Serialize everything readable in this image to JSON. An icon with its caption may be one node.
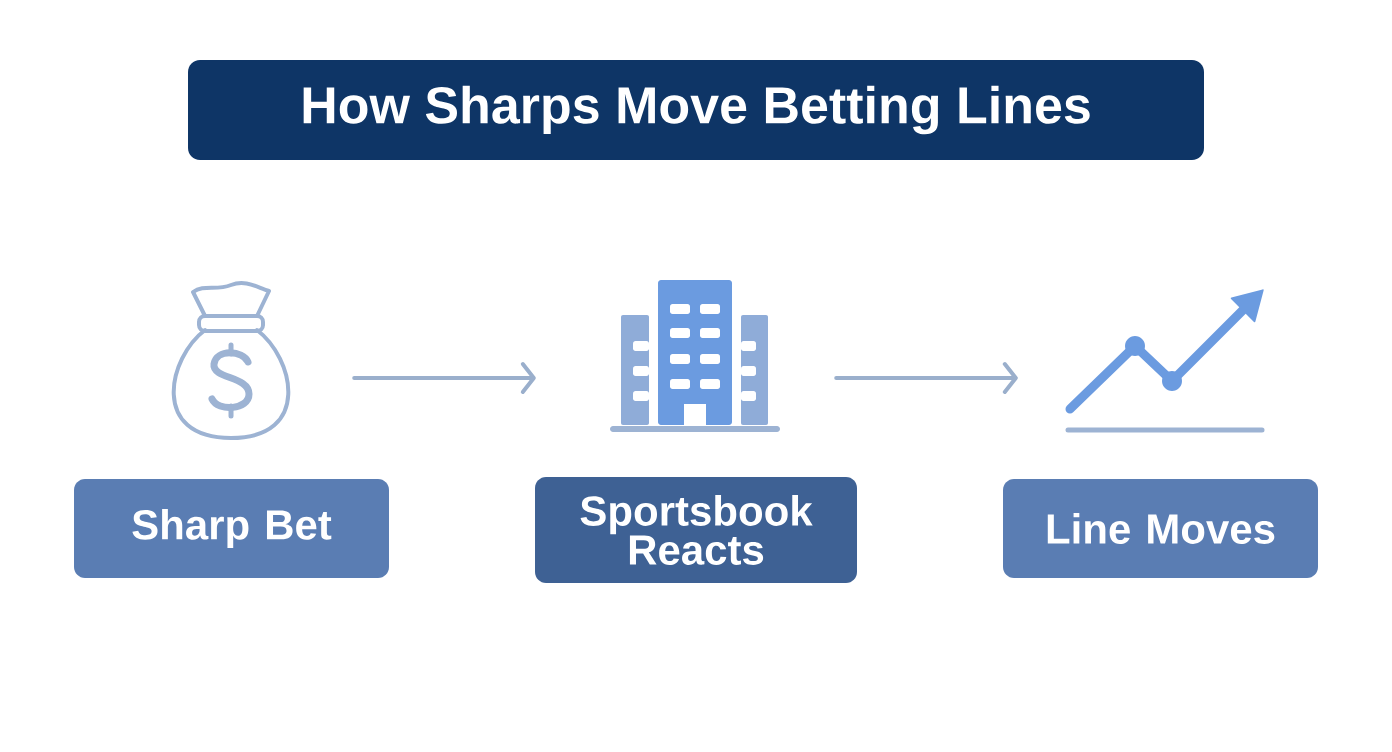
{
  "diagram": {
    "title": "How Sharps Move Betting Lines",
    "nodes": [
      {
        "text": [],
        "shape": "picture"
      },
      {
        "text": [
          "Sharp Bet"
        ]
      },
      {
        "text": [],
        "shape": "picture"
      },
      {
        "text": [
          "Sportsbook Reacts"
        ]
      },
      {
        "text": [],
        "shape": "picture"
      },
      {
        "text": [
          "Line Moves"
        ]
      }
    ],
    "edges": [
      {
        "from": 0,
        "to": 2,
        "arrow": "to"
      },
      {
        "from": 2,
        "to": 4,
        "arrow": "to"
      }
    ]
  }
}
